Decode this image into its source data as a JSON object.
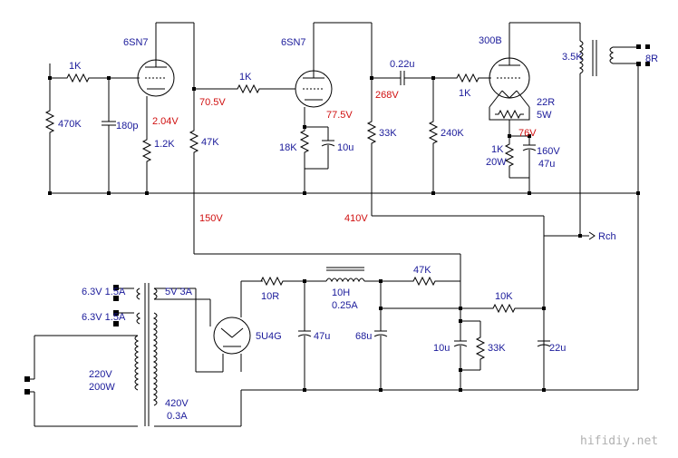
{
  "tubes": {
    "v1": "6SN7",
    "v2": "6SN7",
    "v3": "300B",
    "rect": "5U4G"
  },
  "resistors": {
    "r_in": "1K",
    "r_grid1": "470K",
    "r_cath1": "1.2K",
    "r_plate1": "47K",
    "r_stop2": "1K",
    "r_cath2": "18K",
    "r_plate2": "33K",
    "r_grid3": "240K",
    "r_stop3": "1K",
    "r_hum_value": "22R",
    "r_hum_power": "5W",
    "r_cath3": "1K",
    "r_cath3_power": "20W",
    "r_psu1": "10R",
    "r_psu2": "47K",
    "r_psu3": "10K",
    "r_psu4": "33K"
  },
  "capacitors": {
    "c_in": "180p",
    "c_cath2": "10u",
    "c_couple": "0.22u",
    "c_cath3_v": "160V",
    "c_cath3_c": "47u",
    "c_psu1": "47u",
    "c_psu2": "68u",
    "c_psu3": "10u",
    "c_psu4": "22u"
  },
  "output_transformer": {
    "primary": "3.5K",
    "secondary": "8R"
  },
  "choke": {
    "inductance": "10H",
    "current": "0.25A"
  },
  "power_transformer": {
    "heater1": "6.3V 1.5A",
    "heater2": "6.3V 1.5A",
    "rect_heater": "5V 3A",
    "primary_v": "220V",
    "primary_w": "200W",
    "secondary_v": "420V",
    "secondary_a": "0.3A"
  },
  "voltages": {
    "v1_cath": "2.04V",
    "v1_plate": "70.5V",
    "v2_cath": "77.5V",
    "v2_plate": "268V",
    "v3_cath": "76V",
    "b_150": "150V",
    "b_410": "410V"
  },
  "connector": "Rch",
  "watermark": "hifidiy.net"
}
